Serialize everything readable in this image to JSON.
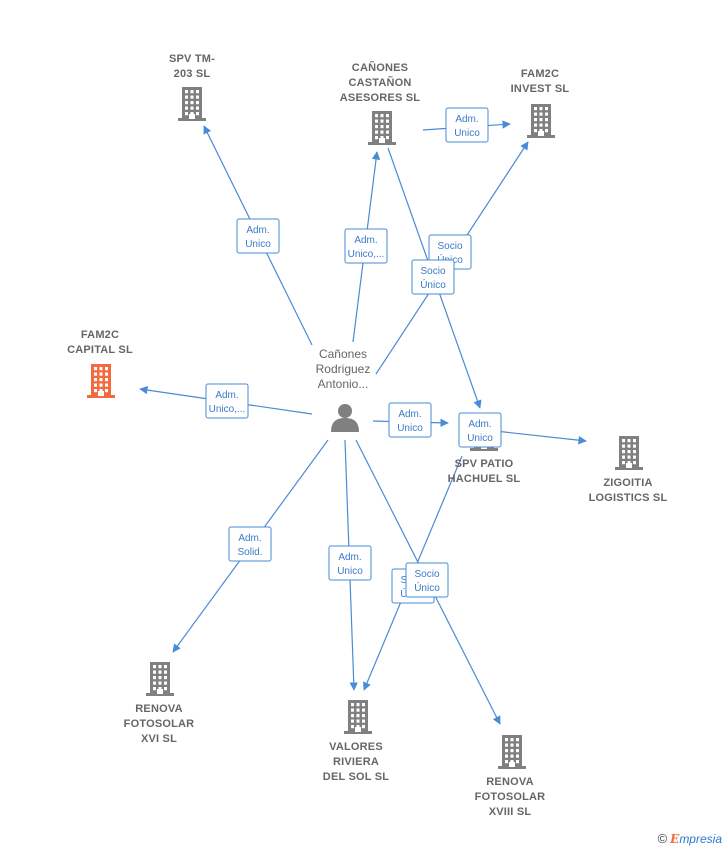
{
  "center": {
    "label_lines": [
      "Cañones",
      "Rodriguez",
      "Antonio..."
    ],
    "icon": "person-icon"
  },
  "companies": [
    {
      "id": "spv-tm-203",
      "label_lines": [
        "SPV TM-",
        "203  SL"
      ],
      "highlight": false
    },
    {
      "id": "canones-castanon",
      "label_lines": [
        "CAÑONES",
        "CASTAÑON",
        "ASESORES  SL"
      ],
      "highlight": false
    },
    {
      "id": "fam2c-invest",
      "label_lines": [
        "FAM2C",
        "INVEST  SL"
      ],
      "highlight": false
    },
    {
      "id": "fam2c-capital",
      "label_lines": [
        "FAM2C",
        "CAPITAL  SL"
      ],
      "highlight": true
    },
    {
      "id": "spv-patio-hachuel",
      "label_lines": [
        "SPV PATIO",
        "HACHUEL  SL"
      ],
      "highlight": false
    },
    {
      "id": "zigoitia",
      "label_lines": [
        "ZIGOITIA",
        "LOGISTICS  SL"
      ],
      "highlight": false
    },
    {
      "id": "renova-xvi",
      "label_lines": [
        "RENOVA",
        "FOTOSOLAR",
        "XVI SL"
      ],
      "highlight": false
    },
    {
      "id": "valores-riviera",
      "label_lines": [
        "VALORES",
        "RIVIERA",
        "DEL SOL  SL"
      ],
      "highlight": false
    },
    {
      "id": "renova-xviii",
      "label_lines": [
        "RENOVA",
        "FOTOSOLAR",
        "XVIII SL"
      ],
      "highlight": false
    }
  ],
  "relations": [
    {
      "from": "center",
      "to": "spv-tm-203",
      "badge_lines": [
        "Adm.",
        "Unico"
      ]
    },
    {
      "from": "center",
      "to": "canones-castanon",
      "badge_lines": [
        "Adm.",
        "Unico,..."
      ]
    },
    {
      "from": "canones-castanon",
      "to": "fam2c-invest",
      "badge_lines": [
        "Adm.",
        "Unico"
      ]
    },
    {
      "from": "center",
      "to": "fam2c-invest",
      "badge_lines": [
        "Socio",
        "Único"
      ]
    },
    {
      "from": "canones-castanon",
      "to": "spv-patio-hachuel",
      "badge_lines": [
        "Socio",
        "Único"
      ]
    },
    {
      "from": "center",
      "to": "fam2c-capital",
      "badge_lines": [
        "Adm.",
        "Unico,..."
      ]
    },
    {
      "from": "center",
      "to": "spv-patio-hachuel",
      "badge_lines": [
        "Adm.",
        "Unico"
      ]
    },
    {
      "from": "spv-patio-hachuel",
      "to": "zigoitia",
      "badge_lines": [
        "Adm.",
        "Unico"
      ]
    },
    {
      "from": "center",
      "to": "renova-xvi",
      "badge_lines": [
        "Adm.",
        "Solid."
      ]
    },
    {
      "from": "center",
      "to": "valores-riviera",
      "badge_lines": [
        "Adm.",
        "Unico"
      ]
    },
    {
      "from": "spv-patio-hachuel",
      "to": "valores-riviera",
      "badge_lines": [
        "Socio",
        "Único"
      ]
    },
    {
      "from": "center",
      "to": "renova-xviii",
      "badge_lines": [
        "Socio",
        "Único"
      ]
    }
  ],
  "footer": {
    "copyright": "©",
    "brand_initial": "E",
    "brand_rest": "mpresia"
  },
  "colors": {
    "edge": "#4a8bd6",
    "node_gray": "#808080",
    "highlight": "#f26a3d"
  }
}
